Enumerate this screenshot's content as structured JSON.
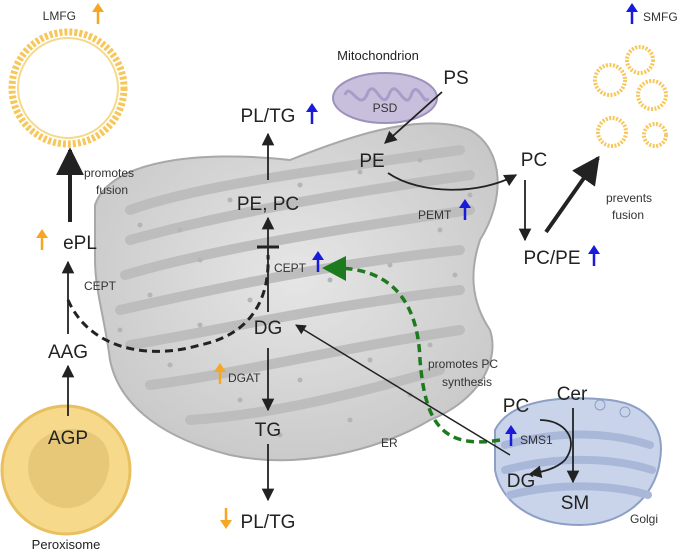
{
  "labels": {
    "lmfg": "LMFG",
    "smfg": "SMFG",
    "mitochondrion": "Mitochondrion",
    "psd": "PSD",
    "ps": "PS",
    "pe": "PE",
    "pc_top": "PC",
    "pl_tg_top": "PL/TG",
    "pe_pc": "PE, PC",
    "pemt": "PEMT",
    "pc_pe": "PC/PE",
    "prevents_fusion": "prevents\nfusion",
    "promotes_fusion": "promotes\nfusion",
    "epl": "ePL",
    "cept_left": "CEPT",
    "cept_mid": "CEPT",
    "aag": "AAG",
    "agp": "AGP",
    "peroxisome": "Peroxisome",
    "dg_mid": "DG",
    "dgat": "DGAT",
    "tg": "TG",
    "pl_tg_bottom": "PL/TG",
    "er": "ER",
    "promotes_pc_synthesis": "promotes PC\nsynthesis",
    "pc_golgi": "PC",
    "cer": "Cer",
    "sms1": "SMS1",
    "dg_golgi": "DG",
    "sm": "SM",
    "golgi": "Golgi"
  },
  "colors": {
    "up_blue": "#1a1adb",
    "up_orange": "#f5a623",
    "down_orange": "#f5a623",
    "dashed_green": "#1e7a1e",
    "dashed_black": "#222222",
    "er_fill": "#d9d9d9",
    "golgi_fill": "#c9d4ea",
    "mito_fill": "#c8bfdc",
    "peroxisome_fill": "#f4dc8c",
    "droplet_fill": "#f6c75a"
  }
}
